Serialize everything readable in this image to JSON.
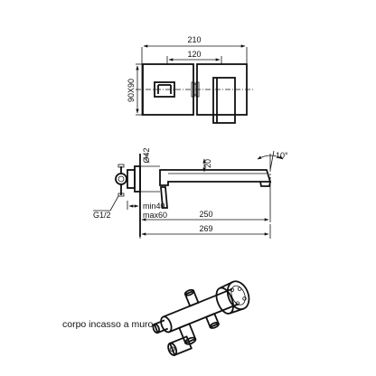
{
  "top_view": {
    "overall_width": "210",
    "center_distance": "120",
    "plate_size": "90X90"
  },
  "side_view": {
    "diameter": "Ø42",
    "spout_height": "20",
    "angle": "10°",
    "thread": "G1/2",
    "min_depth": "min40",
    "max_depth": "max60",
    "spout_length": "250",
    "total_length": "269"
  },
  "caption": "corpo incasso a muro"
}
